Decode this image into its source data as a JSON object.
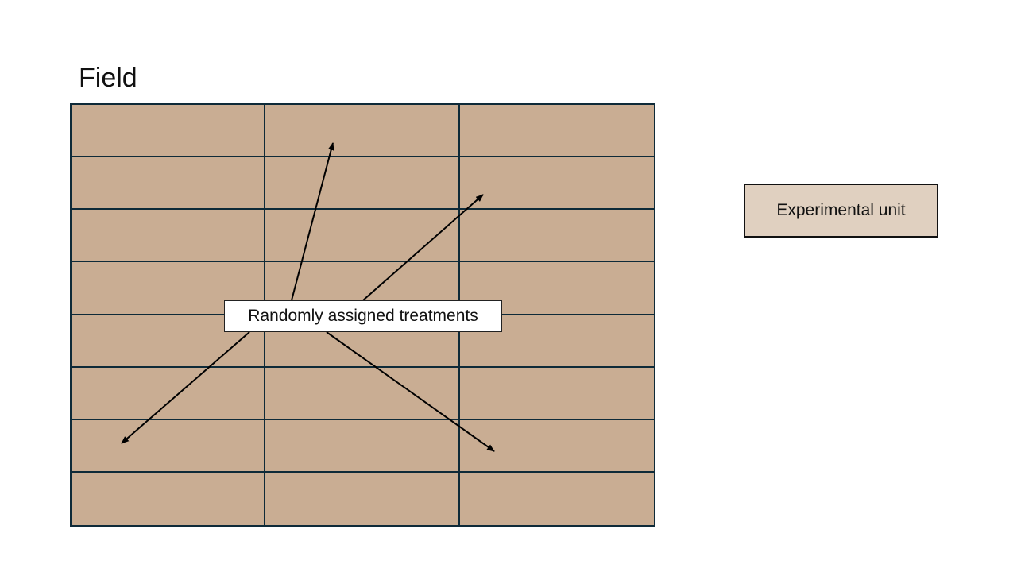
{
  "title": "Field",
  "grid": {
    "rows": 8,
    "cols": 3,
    "fill_color": "#c9ad93",
    "line_color": "#0e2a38"
  },
  "callout": {
    "label": "Randomly assigned treatments"
  },
  "legend": {
    "label": "Experimental unit",
    "fill_color": "#e0d0c0"
  },
  "arrows": [
    {
      "from": [
        367,
        378
      ],
      "to": [
        419,
        180
      ]
    },
    {
      "from": [
        457,
        378
      ],
      "to": [
        608,
        245
      ]
    },
    {
      "from": [
        314,
        418
      ],
      "to": [
        153,
        558
      ]
    },
    {
      "from": [
        411,
        418
      ],
      "to": [
        622,
        568
      ]
    }
  ]
}
